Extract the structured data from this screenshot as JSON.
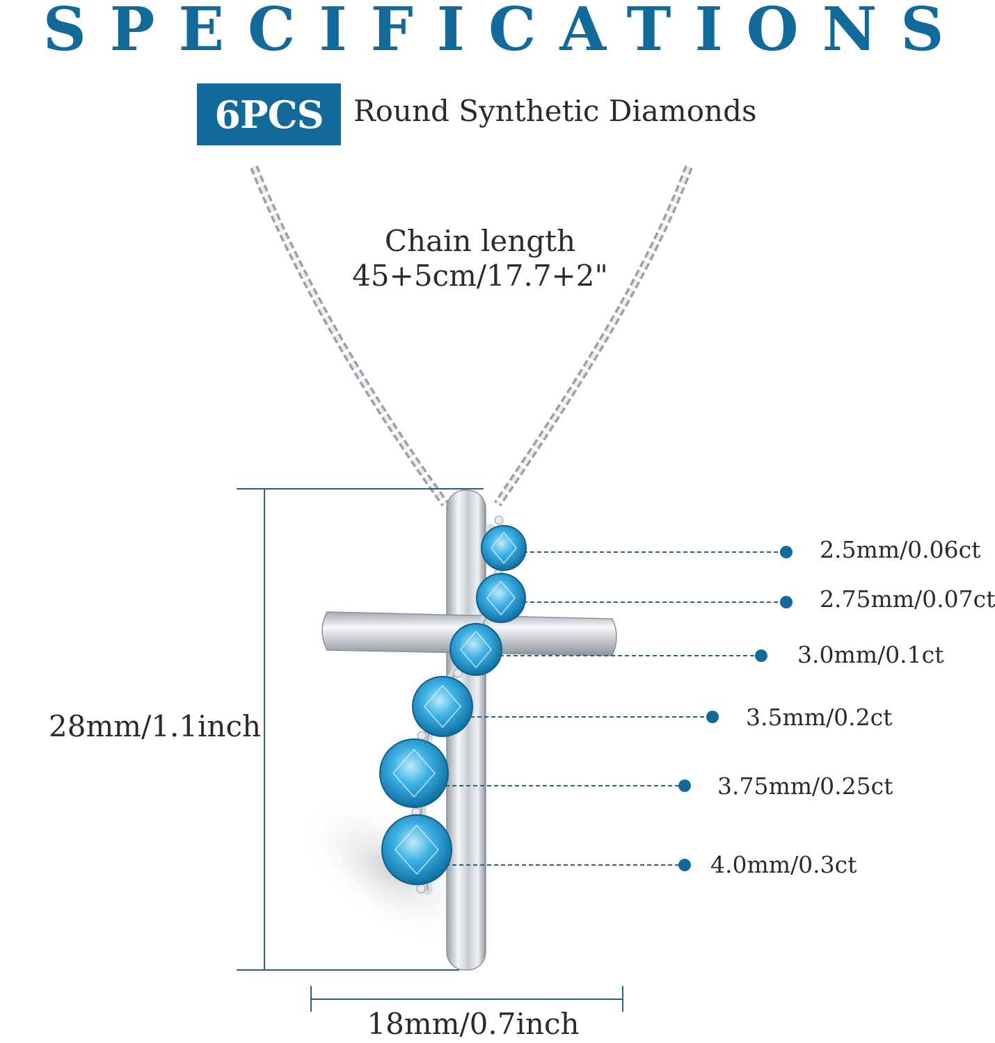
{
  "title": "SPECIFICATIONS",
  "badge": {
    "count": "6PCS",
    "caption": "Round Synthetic Diamonds"
  },
  "chain": {
    "label_line1": "Chain length",
    "label_line2": "45+5cm/17.7+2\""
  },
  "dimensions": {
    "height": "28mm/1.1inch",
    "width": "18mm/0.7inch"
  },
  "stones": [
    {
      "label": "2.5mm/0.06ct"
    },
    {
      "label": "2.75mm/0.07ct"
    },
    {
      "label": "3.0mm/0.1ct"
    },
    {
      "label": "3.5mm/0.2ct"
    },
    {
      "label": "3.75mm/0.25ct"
    },
    {
      "label": "4.0mm/0.3ct"
    }
  ],
  "colors": {
    "accent": "#116a99",
    "stone": "#2a9fd6",
    "metal": "#d4d8dc",
    "guide": "#2a5f80"
  }
}
